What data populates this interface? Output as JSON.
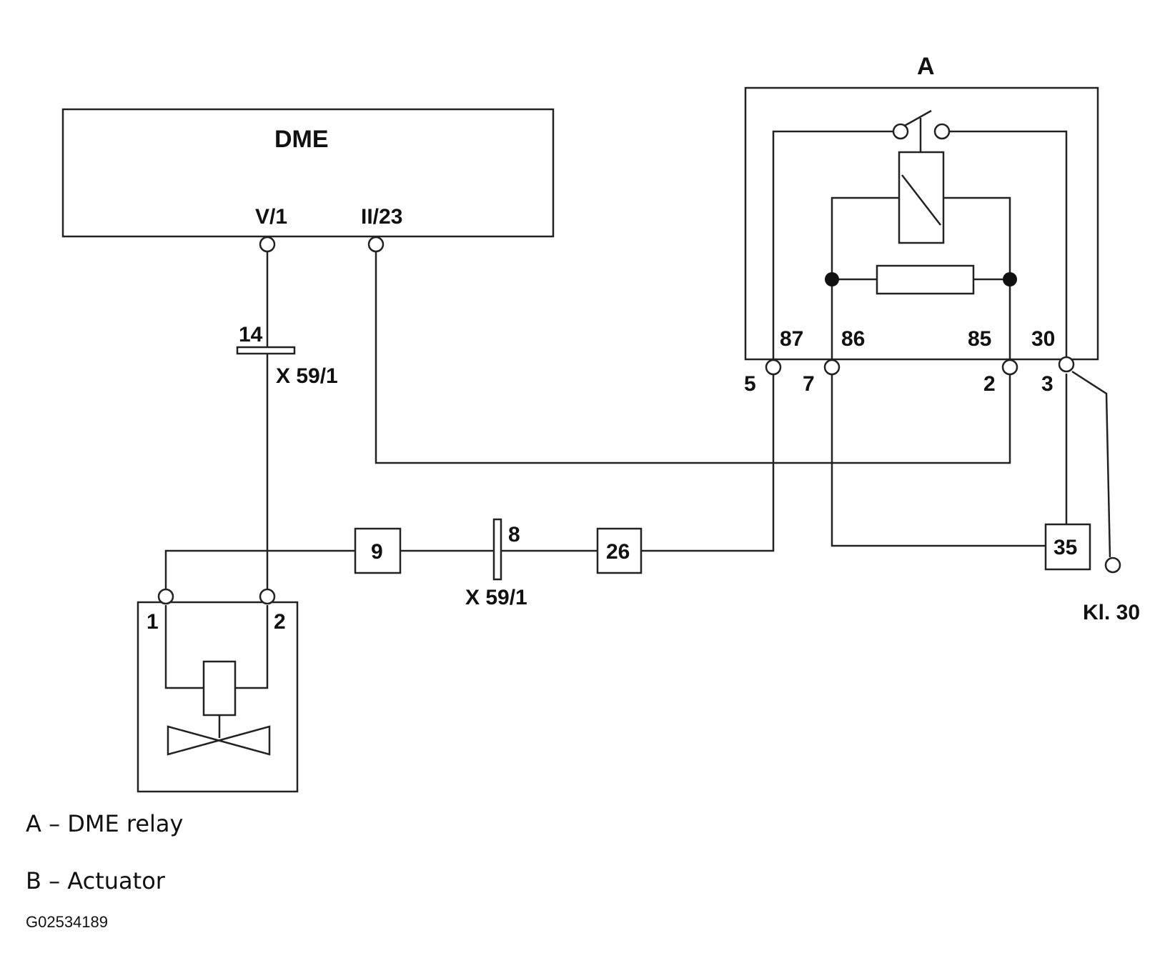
{
  "diagram": {
    "dme_label": "DME",
    "dme_pin_v1": "V/1",
    "dme_pin_ii23": "II/23",
    "relay_title": "A",
    "relay_pins": [
      "87",
      "86",
      "85",
      "30"
    ],
    "relay_connector_pins": [
      "5",
      "7",
      "2",
      "3"
    ],
    "connector_upper_pin": "14",
    "connector_upper_name": "X 59/1",
    "connector_lower_pin": "8",
    "connector_lower_name": "X 59/1",
    "splice_boxes": [
      "9",
      "26",
      "35"
    ],
    "actuator_pins": [
      "1",
      "2"
    ],
    "terminal_label": "Kl. 30"
  },
  "legend": [
    "A – DME relay",
    "B – Actuator"
  ],
  "figure_id": "G02534189"
}
